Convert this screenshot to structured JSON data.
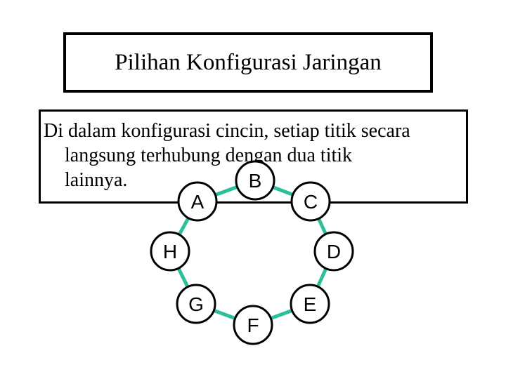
{
  "title": "Pilihan Konfigurasi Jaringan",
  "description": {
    "line1": "Di dalam konfigurasi cincin, setiap titik secara",
    "line2": "langsung terhubung dengan dua titik",
    "line3": "lainnya."
  },
  "ring": {
    "edge_color": "#2bbf9a",
    "node_fill": "#ffffff",
    "node_stroke": "#000000",
    "nodes": [
      {
        "id": "A",
        "label": "A"
      },
      {
        "id": "B",
        "label": "B"
      },
      {
        "id": "C",
        "label": "C"
      },
      {
        "id": "D",
        "label": "D"
      },
      {
        "id": "E",
        "label": "E"
      },
      {
        "id": "F",
        "label": "F"
      },
      {
        "id": "G",
        "label": "G"
      },
      {
        "id": "H",
        "label": "H"
      }
    ]
  }
}
